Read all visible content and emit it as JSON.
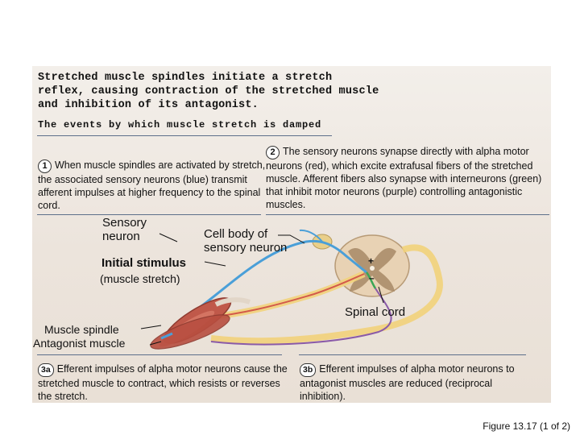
{
  "title": "Stretched muscle spindles initiate a stretch reflex, causing contraction of the stretched muscle and inhibition of its antagonist.",
  "subtitle": "The events by which muscle stretch is damped",
  "steps": [
    {
      "num": "1",
      "text": "When muscle spindles are activated by stretch, the associated sensory neurons (blue) transmit afferent impulses at higher frequency to the spinal cord."
    },
    {
      "num": "2",
      "text": "The sensory neurons synapse directly with alpha motor neurons (red), which excite extrafusal fibers of the stretched muscle. Afferent fibers also synapse with interneurons (green) that inhibit motor neurons (purple) controlling antagonistic muscles."
    },
    {
      "num": "3a",
      "text": "Efferent impulses of alpha motor neurons cause the stretched muscle to contract, which resists or reverses the stretch."
    },
    {
      "num": "3b",
      "text": "Efferent impulses of alpha motor neurons to antagonist muscles are reduced (reciprocal inhibition)."
    }
  ],
  "labels": {
    "sensory_neuron": "Sensory neuron",
    "cell_body": "Cell body of sensory neuron",
    "initial_stimulus": "Initial stimulus",
    "muscle_stretch": "(muscle stretch)",
    "spinal_cord": "Spinal cord",
    "muscle_spindle": "Muscle spindle",
    "antagonist_muscle": "Antagonist muscle",
    "plus_sign": "+",
    "minus_sign": "–"
  },
  "figure_caption": "Figure 13.17 (1 of 2)",
  "colors": {
    "sensory": "#4a9fd8",
    "motor": "#f2d27a",
    "interneuron": "#3aa655",
    "inhibited_motor": "#8a5aa8",
    "muscle": "#c0594a"
  }
}
